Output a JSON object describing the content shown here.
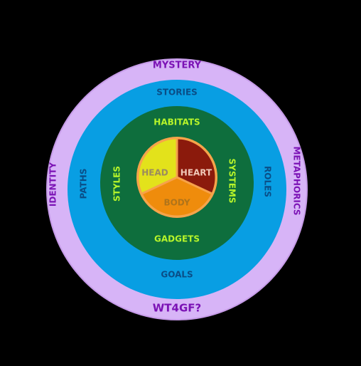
{
  "colors": {
    "background": "#000000",
    "outer_ring": "#d7b4f7",
    "outer_ring_stroke": "#c69be8",
    "outer_text": "#7b12b5",
    "middle_ring": "#089ee3",
    "middle_text": "#0a4d86",
    "inner_ring": "#0e6e3d",
    "inner_text": "#b7f52a",
    "core_rim": "#f5a44a",
    "head": "#e3e21b",
    "head_text": "#9b8b5e",
    "heart": "#8b1a0c",
    "heart_text": "#f0c8b8",
    "body": "#ef8c0c",
    "body_text": "#b0741a",
    "divider": "#f6a24a"
  },
  "outer_ring": {
    "top": "MYSTERY",
    "left": "IDENTITY",
    "right": "METAPHORICS",
    "bottom": "WT4GF?"
  },
  "middle_ring": {
    "top": "STORIES",
    "left": "PATHS",
    "right": "ROLES",
    "bottom": "GOALS"
  },
  "inner_ring": {
    "top": "HABITATS",
    "left": "STYLES",
    "right": "SYSTEMS",
    "bottom": "GADGETS"
  },
  "core": {
    "head": "HEAD",
    "heart": "HEART",
    "body": "BODY"
  }
}
